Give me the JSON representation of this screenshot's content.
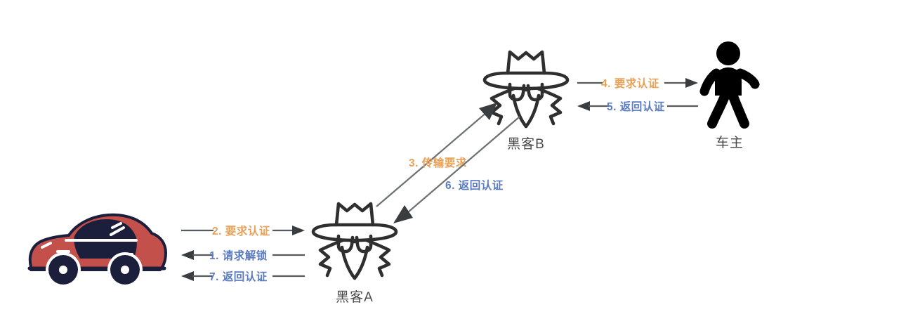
{
  "diagram": {
    "title": "Relay attack on keyless car entry",
    "background": "#ffffff",
    "colors": {
      "request_orange": "#e8a158",
      "response_blue": "#5b7cc0",
      "line_gray": "#555a5e",
      "car_body_red": "#c4504c",
      "car_dark_navy": "#1c1f3b",
      "node_label_gray": "#4a4a4a",
      "icon_black": "#000000",
      "icon_outline": "#2f2f2f"
    },
    "nodes": [
      {
        "id": "car",
        "label": "",
        "icon": "red-car-icon"
      },
      {
        "id": "hackerA",
        "label": "黑客A",
        "icon": "hacker-incognito-icon"
      },
      {
        "id": "hackerB",
        "label": "黑客B",
        "icon": "hacker-incognito-icon"
      },
      {
        "id": "owner",
        "label": "车主",
        "icon": "walking-person-icon"
      }
    ],
    "flows": [
      {
        "num": "1",
        "text": "1. 请求解锁",
        "color": "blue",
        "from": "car",
        "to": "hackerA",
        "direction": "left"
      },
      {
        "num": "2",
        "text": "2. 要求认证",
        "color": "orange",
        "from": "hackerA",
        "to": "car",
        "direction": "right"
      },
      {
        "num": "3",
        "text": "3. 传输要求",
        "color": "orange",
        "from": "hackerA",
        "to": "hackerB",
        "direction": "up-right"
      },
      {
        "num": "4",
        "text": "4. 要求认证",
        "color": "orange",
        "from": "hackerB",
        "to": "owner",
        "direction": "right"
      },
      {
        "num": "5",
        "text": "5. 返回认证",
        "color": "blue",
        "from": "owner",
        "to": "hackerB",
        "direction": "left"
      },
      {
        "num": "6",
        "text": "6. 返回认证",
        "color": "blue",
        "from": "hackerB",
        "to": "hackerA",
        "direction": "down-left"
      },
      {
        "num": "7",
        "text": "7. 返回认证",
        "color": "blue",
        "from": "hackerA",
        "to": "car",
        "direction": "left"
      }
    ]
  }
}
